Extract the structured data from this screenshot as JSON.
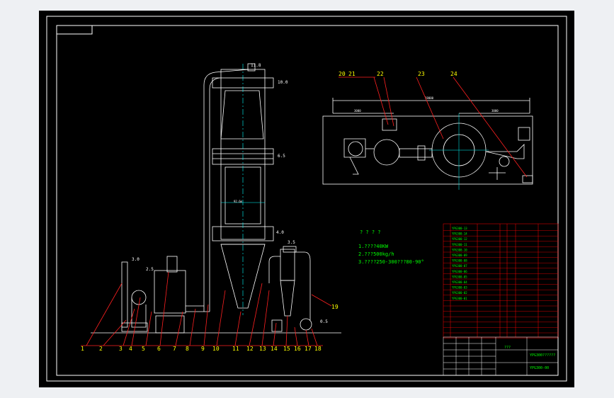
{
  "colors": {
    "background": "#eef0f3",
    "sheet": "#000000",
    "border": "#ffffff",
    "equipment": "#ffffff",
    "centerline": "#00ffff",
    "leader": "#ff2020",
    "label": "#ffff00",
    "notes": "#00ff00",
    "table_grid": "#ff0000",
    "table_text": "#00ff00"
  },
  "elevations": {
    "top": "11.8",
    "cone": "10.0",
    "mid": "6.5",
    "right1": "4.0",
    "right2": "3.5",
    "left1": "3.0",
    "left2": "2.5",
    "base": "0.5",
    "height_note": "92.6m"
  },
  "callouts": [
    "1",
    "2",
    "3",
    "4",
    "5",
    "6",
    "7",
    "8",
    "9",
    "10",
    "11",
    "12",
    "13",
    "14",
    "15",
    "16",
    "17",
    "18",
    "19"
  ],
  "plan_callouts": [
    "20",
    "21",
    "22",
    "23",
    "24"
  ],
  "plan_dims": {
    "overall": "18000",
    "left": "3000",
    "right": "3000"
  },
  "notes": {
    "heading": "? ? ? ?",
    "line1": "1.????40KW",
    "line2": "2.???500kg/h",
    "line3": "3.????250-300???80-90°"
  },
  "title_block": {
    "drawing_name": "YPG300??????",
    "drawing_no": "YPG300-00",
    "sheet_label": "???",
    "bom_codes": [
      "YPG300-13",
      "YPG300-14",
      "YPG300-12",
      "YPG300-11",
      "YPG300-10",
      "YPG300-09",
      "YPG300-08",
      "YPG300-07",
      "YPG300-06",
      "YPG300-05",
      "YPG300-04",
      "YPG300-03",
      "YPG300-02",
      "YPG300-01"
    ]
  }
}
